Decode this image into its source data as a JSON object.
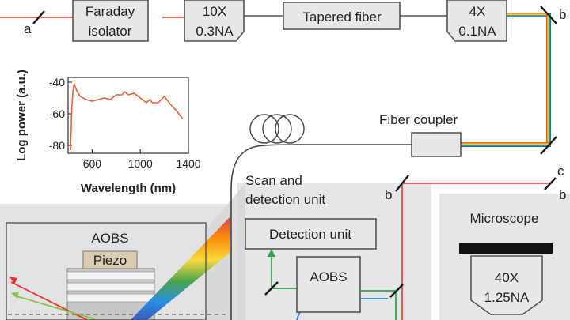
{
  "components": {
    "faraday_line1": "Faraday",
    "faraday_line2": "isolator",
    "obj1_line1": "10X",
    "obj1_line2": "0.3NA",
    "tapered_fiber": "Tapered fiber",
    "obj2_line1": "4X",
    "obj2_line2": "0.1NA",
    "fiber_coupler": "Fiber coupler",
    "scan_unit_line1": "Scan and",
    "scan_unit_line2": "detection unit",
    "detection_unit": "Detection unit",
    "aobs": "AOBS",
    "microscope": "Microscope",
    "obj3_line1": "40X",
    "obj3_line2": "1.25NA",
    "inset_aobs": "AOBS",
    "inset_piezo": "Piezo"
  },
  "mirror_labels": {
    "a": "a",
    "b_top": "b",
    "b_mid": "b",
    "b_right": "b",
    "c": "c"
  },
  "colors": {
    "laser_red": "#e8332f",
    "spectrum_line": "#e8603a",
    "green_beam": "#2ea44f",
    "blue_beam": "#2f7fd1",
    "panel_gray": "#e3e3e3",
    "box_gray": "#e8e8e8"
  },
  "chart_data": {
    "type": "line",
    "title": "",
    "xlabel": "Wavelength (nm)",
    "ylabel": "Log power (a.u.)",
    "xlim": [
      400,
      1400
    ],
    "ylim": [
      -85,
      -37
    ],
    "xticks": [
      "600",
      "1000",
      "1400"
    ],
    "xtick_values": [
      600,
      1000,
      1400
    ],
    "yticks": [
      "-40",
      "-60",
      "-80"
    ],
    "ytick_values": [
      -40,
      -60,
      -80
    ],
    "series": [
      {
        "x": [
          420,
          425,
          430,
          440,
          450,
          470,
          500,
          550,
          600,
          650,
          700,
          750,
          800,
          850,
          870,
          900,
          950,
          1000,
          1050,
          1080,
          1100,
          1150,
          1200,
          1250,
          1300,
          1350
        ],
        "y": [
          -83,
          -70,
          -57,
          -46,
          -41,
          -45,
          -49,
          -51,
          -52,
          -51,
          -50,
          -51,
          -48,
          -48,
          -46,
          -48,
          -47,
          -50,
          -53,
          -51,
          -53,
          -53,
          -49,
          -54,
          -58,
          -63
        ]
      }
    ]
  }
}
